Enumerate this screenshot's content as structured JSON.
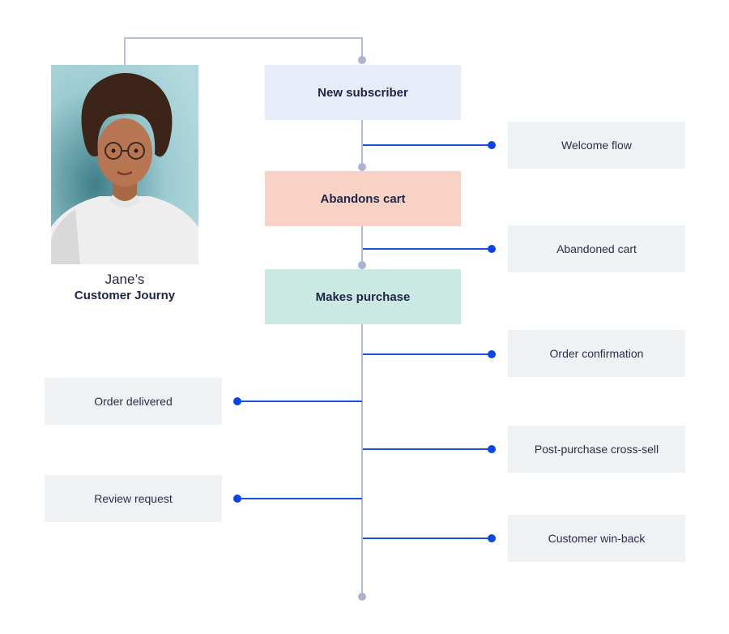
{
  "persona": {
    "name": "Jane’s",
    "subtitle": "Customer Journy"
  },
  "stages": [
    {
      "label": "New subscriber",
      "color": "#e6ecf8"
    },
    {
      "label": "Abandons cart",
      "color": "#f8d3c5"
    },
    {
      "label": "Makes purchase",
      "color": "#cbe9e3"
    }
  ],
  "flows": {
    "right": [
      "Welcome flow",
      "Abandoned cart",
      "Order confirmation",
      "Post-purchase cross-sell",
      "Customer win-back"
    ],
    "left": [
      "Order delivered",
      "Review request"
    ]
  },
  "colors": {
    "connector": "#1a4fe0",
    "spine": "#b4bcd8",
    "flow_box": "#eef2f5"
  }
}
